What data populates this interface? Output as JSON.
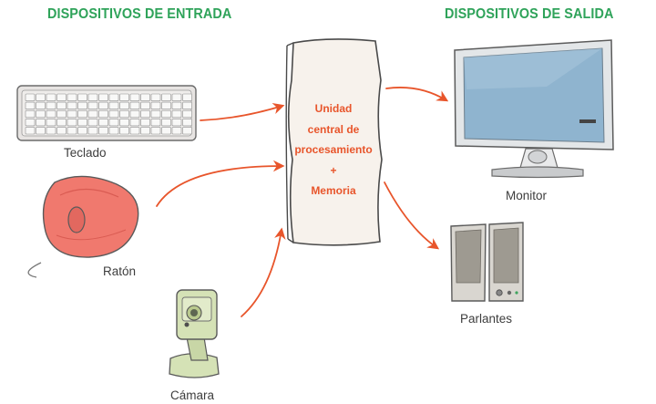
{
  "input_heading": "DISPOSITIVOS DE ENTRADA",
  "output_heading": "DISPOSITIVOS DE SALIDA",
  "cpu": {
    "line1": "Unidad",
    "line2": "central de",
    "line3": "procesamiento",
    "line4": "+",
    "line5": "Memoria"
  },
  "devices": {
    "keyboard": "Teclado",
    "mouse": "Ratón",
    "camera": "Cámara",
    "monitor": "Monitor",
    "speakers": "Parlantes"
  },
  "colors": {
    "heading": "#2fa35a",
    "arrow": "#e8552b",
    "cpu_text": "#e8552b",
    "cpu_box": "#f7f2ec",
    "mouse": "#f0796e",
    "camera": "#d5e2b6",
    "monitor_screen": "#8fb4cf"
  }
}
